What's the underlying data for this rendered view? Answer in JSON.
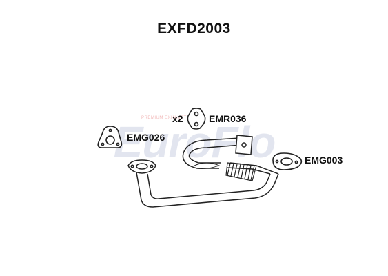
{
  "part_number": "EXFD2003",
  "watermark": {
    "brand": "EuroFlo",
    "tagline": "PREMIUM EXHAUST",
    "brand_color": "#e2e5ef"
  },
  "components": {
    "mounting_rubber": {
      "code": "EMR036",
      "quantity": "x2"
    },
    "gasket_left": {
      "code": "EMG026"
    },
    "gasket_right": {
      "code": "EMG003"
    }
  },
  "colors": {
    "line": "#222222",
    "label": "#111111"
  }
}
